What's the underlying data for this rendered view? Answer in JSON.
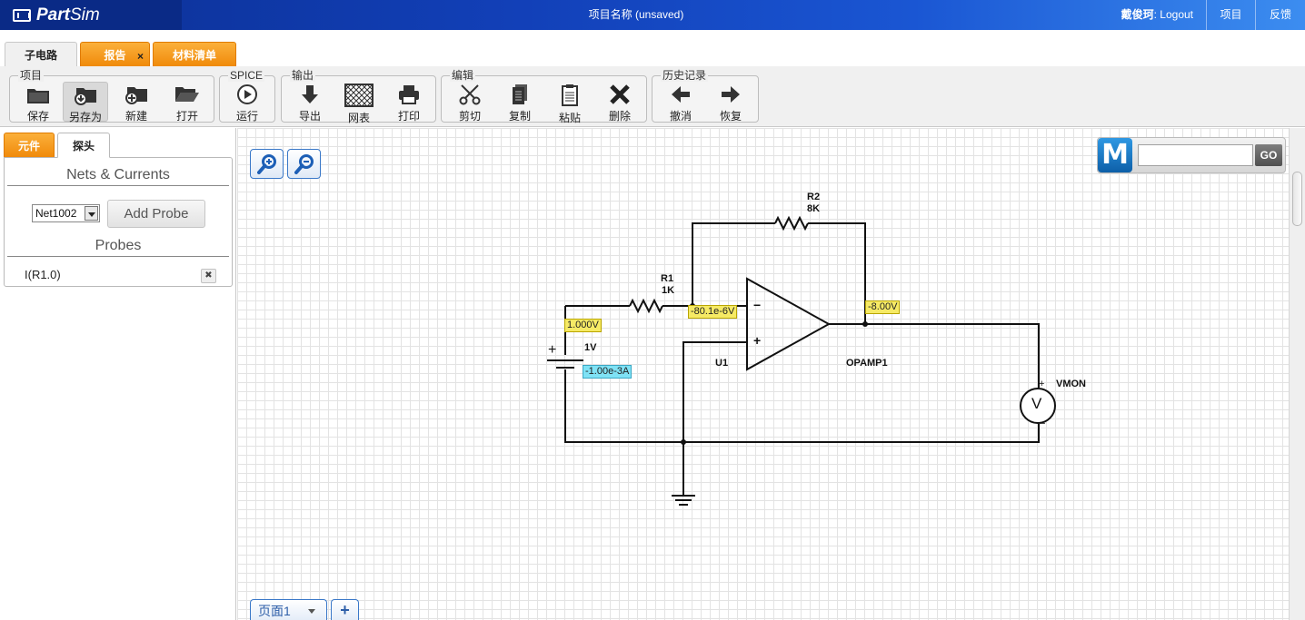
{
  "topbar": {
    "logo_part": "Part",
    "logo_sim": "Sim",
    "project_title": "项目名称 (unsaved)",
    "user_name": "戴俊珂",
    "logout": ": Logout",
    "projects_link": "项目",
    "feedback_link": "反馈"
  },
  "ribbon": {
    "tabs": [
      {
        "label": "子电路",
        "active": true
      },
      {
        "label": "报告",
        "closable": true,
        "close_glyph": "×"
      },
      {
        "label": "材料清单"
      }
    ],
    "groups": [
      {
        "label": "项目",
        "buttons": [
          {
            "label": "保存",
            "icon": "folder-save-icon"
          },
          {
            "label": "另存为",
            "icon": "folder-save-as-icon",
            "pressed": true
          },
          {
            "label": "新建",
            "icon": "folder-new-icon"
          },
          {
            "label": "打开",
            "icon": "folder-open-icon"
          }
        ]
      },
      {
        "label": "SPICE",
        "buttons": [
          {
            "label": "运行",
            "icon": "play-icon"
          }
        ]
      },
      {
        "label": "输出",
        "buttons": [
          {
            "label": "导出",
            "icon": "export-arrow-icon"
          },
          {
            "label": "网表",
            "icon": "netlist-grid-icon"
          },
          {
            "label": "打印",
            "icon": "printer-icon"
          }
        ]
      },
      {
        "label": "编辑",
        "buttons": [
          {
            "label": "剪切",
            "icon": "scissors-icon"
          },
          {
            "label": "复制",
            "icon": "copy-icon"
          },
          {
            "label": "粘贴",
            "icon": "paste-icon"
          },
          {
            "label": "删除",
            "icon": "delete-x-icon"
          }
        ]
      },
      {
        "label": "历史记录",
        "buttons": [
          {
            "label": "撤消",
            "icon": "undo-arrow-icon"
          },
          {
            "label": "恢复",
            "icon": "redo-arrow-icon"
          }
        ]
      }
    ]
  },
  "left_panel": {
    "tabs": [
      {
        "label": "元件"
      },
      {
        "label": "探头",
        "active": true
      }
    ],
    "nets_title": "Nets & Currents",
    "net_select_value": "Net1002",
    "add_probe_label": "Add Probe",
    "probes_title": "Probes",
    "probes": [
      {
        "name": "I(R1.0)",
        "delete_glyph": "✖"
      }
    ]
  },
  "canvas": {
    "search_go": "GO",
    "search_value": "",
    "mouser_letter": "M",
    "page_tab": "页面1",
    "add_page": "+",
    "components": {
      "r1_name": "R1",
      "r1_value": "1K",
      "r2_name": "R2",
      "r2_value": "8K",
      "source_value": "1V",
      "opamp_ref": "U1",
      "opamp_name": "OPAMP1",
      "meter_name": "VMON",
      "meter_glyph": "V",
      "plus_sign": "+",
      "minus_sign": "−",
      "source_plus": "+",
      "meter_plus": "+",
      "meter_minus": "−"
    },
    "probe_labels": {
      "input_voltage": "1.000V",
      "source_current": "-1.00e-3A",
      "inverting_node": "-80.1e-6V",
      "output_voltage": "-8.00V"
    }
  },
  "colors": {
    "topbar_blue": "#1240b8",
    "tab_orange": "#f08a0a",
    "probe_yellow": "#f6ea65",
    "probe_cyan": "#7fe2f5",
    "zoom_blue": "#3a78c8"
  }
}
